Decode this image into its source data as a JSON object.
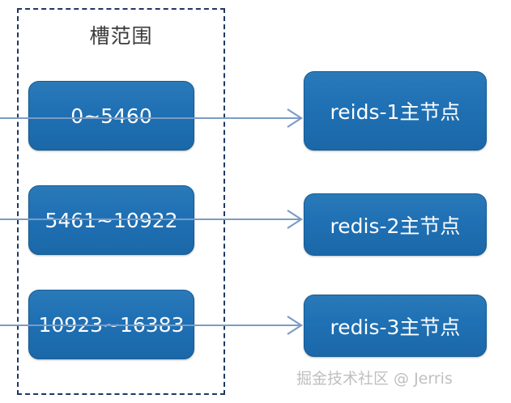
{
  "diagram": {
    "group": {
      "title": "槽范围",
      "border_color": "#1F3864",
      "border_style": "dashed"
    },
    "node_fill_color": "#1F6FB2",
    "node_border_color": "#145A94",
    "node_text_color": "#FFFFFF",
    "arrow_color": "#7B9CC4",
    "slot_ranges": [
      {
        "label": "0~5460"
      },
      {
        "label": "5461~10922"
      },
      {
        "label": "10923~16383"
      }
    ],
    "nodes": [
      {
        "label": "reids-1主节点"
      },
      {
        "label": "redis-2主节点"
      },
      {
        "label": "redis-3主节点"
      }
    ],
    "connectors": [
      {
        "from": "0~5460",
        "to": "reids-1主节点"
      },
      {
        "from": "5461~10922",
        "to": "redis-2主节点"
      },
      {
        "from": "10923~16383",
        "to": "redis-3主节点"
      }
    ]
  },
  "watermark": {
    "text": "掘金技术社区 @ Jerris",
    "color": "#BFBFBF"
  }
}
